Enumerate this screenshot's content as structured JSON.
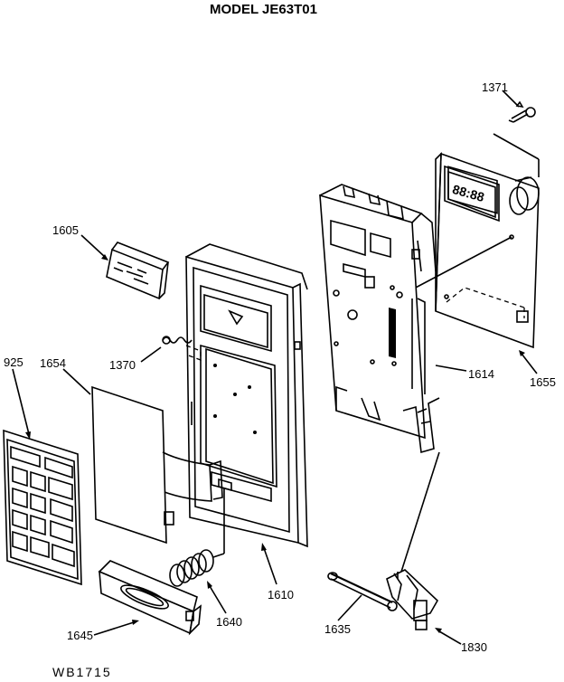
{
  "title": "MODEL JE63T01",
  "reference_code": "WB1715",
  "display_digits": "88:88",
  "labels": {
    "p1371": "1371",
    "p1605": "1605",
    "p1370": "1370",
    "p925": "925",
    "p1654": "1654",
    "p1614": "1614",
    "p1655": "1655",
    "p1610": "1610",
    "p1640": "1640",
    "p1645": "1645",
    "p1635": "1635",
    "p1830": "1830"
  }
}
